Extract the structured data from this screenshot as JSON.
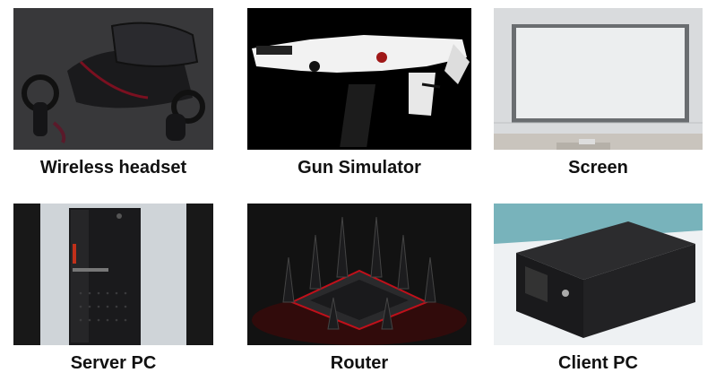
{
  "items": [
    {
      "label": "Wireless headset",
      "icon": "vr-headset-icon"
    },
    {
      "label": "Gun Simulator",
      "icon": "gun-simulator-icon"
    },
    {
      "label": "Screen",
      "icon": "projection-screen-icon"
    },
    {
      "label": "Server PC",
      "icon": "server-tower-icon"
    },
    {
      "label": "Router",
      "icon": "router-icon"
    },
    {
      "label": "Client PC",
      "icon": "rackmount-pc-icon"
    }
  ]
}
